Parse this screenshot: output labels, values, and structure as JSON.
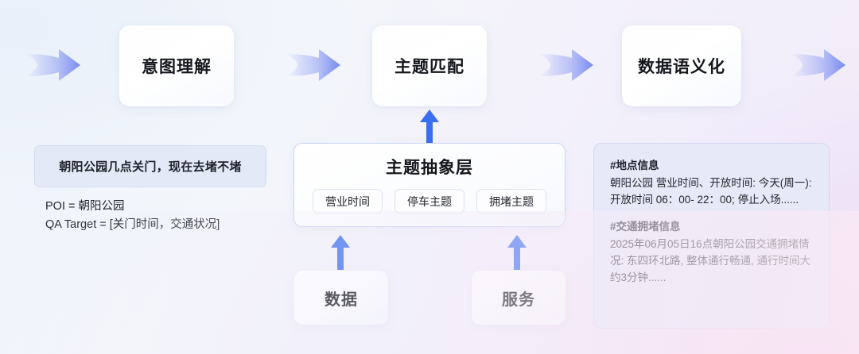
{
  "pipeline": {
    "stages": [
      {
        "id": "intent",
        "label": "意图理解"
      },
      {
        "id": "topic",
        "label": "主题匹配"
      },
      {
        "id": "semantic",
        "label": "数据语义化"
      }
    ],
    "arrow_icon": "chevron-right-icon",
    "up_arrow_icon": "arrow-up-icon"
  },
  "query": {
    "bubble_text": "朝阳公园几点关门，现在去堵不堵",
    "meta_lines": [
      "POI = 朝阳公园",
      "QA Target = [关门时间，交通状况]"
    ]
  },
  "abstraction": {
    "title": "主题抽象层",
    "chips": [
      {
        "label": "营业时间"
      },
      {
        "label": "停车主题"
      },
      {
        "label": "拥堵主题"
      }
    ]
  },
  "sources": [
    {
      "id": "data",
      "label": "数据"
    },
    {
      "id": "service",
      "label": "服务"
    }
  ],
  "output": {
    "sections": [
      {
        "heading": "#地点信息",
        "body": "朝阳公园 营业时间、开放时间: 今天(周一): 开放时间 06：00- 22：00; 停止入场......"
      },
      {
        "heading": "#交通拥堵信息",
        "body": "2025年06月05日16点朝阳公园交通拥堵情况: 东四环北路, 整体通行畅通, 通行时间大约3分钟......"
      }
    ]
  },
  "colors": {
    "accent_blue": "#3a6ef0",
    "chevron_blue": "#8496f2",
    "bubble_bg": "#e3e9f7",
    "panel_bg": "#e7e9f8",
    "panel_border": "#c7d4f2"
  }
}
